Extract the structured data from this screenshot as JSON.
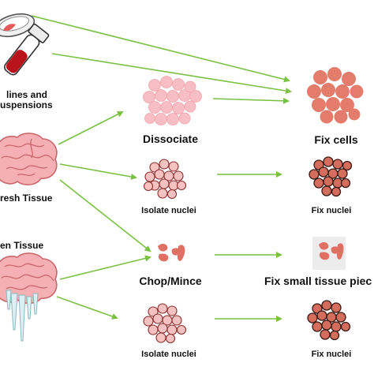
{
  "sources": {
    "cell_lines_label_line1": "lines and",
    "cell_lines_label_line2": "uspensions",
    "fresh_tissue_label": "resh Tissue",
    "frozen_tissue_label": "en Tissue"
  },
  "steps": {
    "dissociate": "Dissociate",
    "isolate_nuclei_fresh": "Isolate nuclei",
    "chop_mince": "Chop/Mince",
    "isolate_nuclei_frozen": "Isolate nuclei"
  },
  "outputs": {
    "fix_cells": "Fix cells",
    "fix_nuclei_fresh": "Fix nuclei",
    "fix_small_tissue": "Fix small tissue piec",
    "fix_nuclei_frozen": "Fix nuclei"
  },
  "colors": {
    "arrow": "#7ac143",
    "cell_fixed": "#e07a6a",
    "cell_light": "#f6b8bd",
    "nucleus_fixed": "#c9604f",
    "nucleus_light": "#f5c0c0",
    "brain": "#f2a8aa",
    "blood": "#b8141c"
  }
}
